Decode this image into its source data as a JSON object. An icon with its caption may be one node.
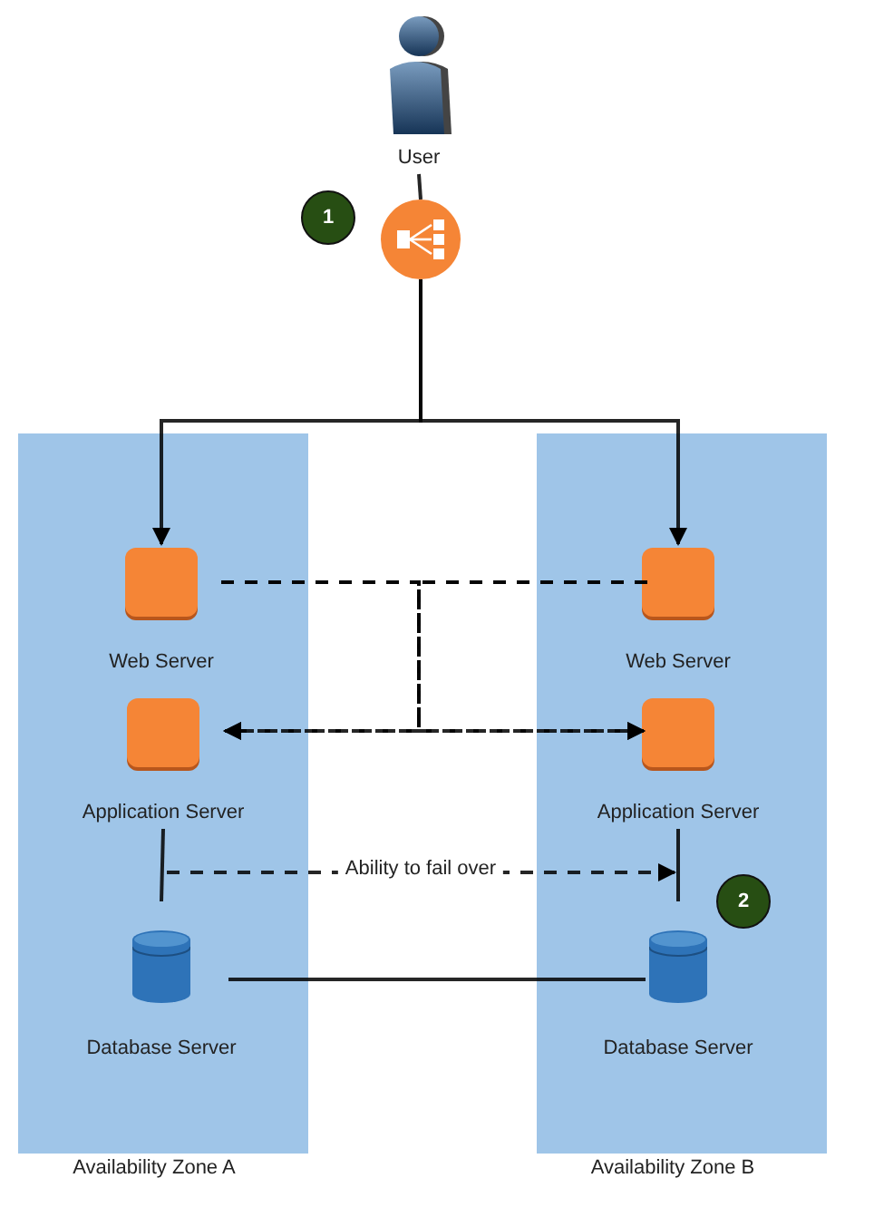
{
  "diagram": {
    "nodes": [
      {
        "text": [
          "Availability Zone A"
        ]
      },
      {
        "text": [
          "Availability Zone B"
        ]
      },
      {
        "text": [
          "User"
        ]
      },
      {
        "text": [],
        "shape": "circle"
      },
      {
        "text": [
          "Web Server"
        ],
        "in": 0
      },
      {
        "text": [
          "Application Server"
        ],
        "in": 0
      },
      {
        "text": [
          "Database Server"
        ],
        "in": 0
      },
      {
        "text": [
          "Web Server"
        ],
        "in": 1
      },
      {
        "text": [
          "Application Server"
        ],
        "in": 1
      },
      {
        "text": [
          "Database Server"
        ],
        "in": 1
      },
      {
        "text": [
          "1"
        ]
      },
      {
        "text": [
          "2"
        ],
        "in": 1
      }
    ],
    "edges": [
      {
        "from": 2,
        "to": 3,
        "arrow": "none"
      },
      {
        "from": 3,
        "to": 4,
        "arrow": "to"
      },
      {
        "from": 3,
        "to": 7,
        "arrow": "to"
      },
      {
        "from": 4,
        "to": 5,
        "arrow": "to",
        "style": "dashed"
      },
      {
        "from": 4,
        "to": 8,
        "arrow": "to",
        "style": "dashed"
      },
      {
        "from": 7,
        "to": 5,
        "arrow": "to",
        "style": "dashed"
      },
      {
        "from": 7,
        "to": 8,
        "arrow": "to",
        "style": "dashed"
      },
      {
        "from": 5,
        "to": 6,
        "arrow": "none"
      },
      {
        "from": 8,
        "to": 9,
        "arrow": "none"
      },
      {
        "from": 5,
        "to": 8,
        "arrow": "to",
        "style": "dashed",
        "label": "Ability to fail over"
      },
      {
        "from": 6,
        "to": 9,
        "arrow": "none"
      }
    ]
  }
}
